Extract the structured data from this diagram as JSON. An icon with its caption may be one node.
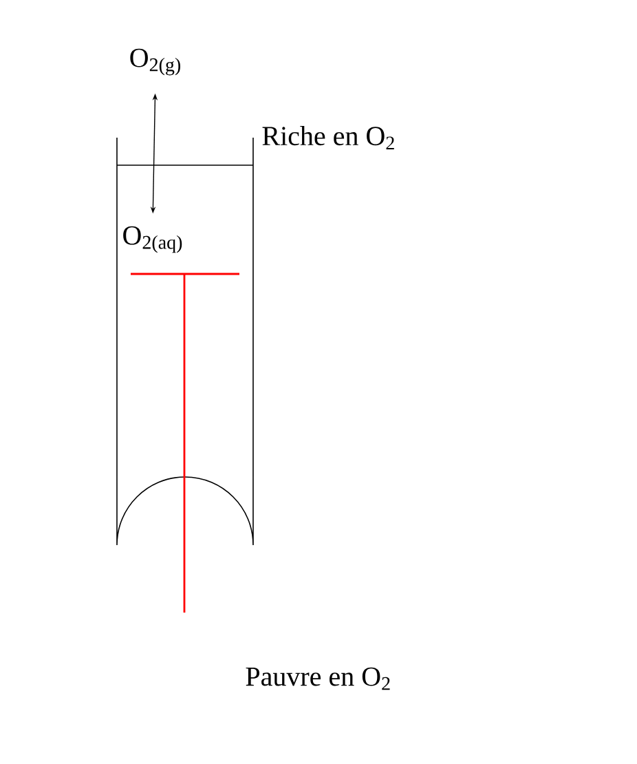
{
  "diagram": {
    "nodes": [
      {
        "text": [
          "O$_{2(g)}$"
        ]
      },
      {
        "text": [
          "O$_{2(aq)}$"
        ]
      }
    ],
    "edges": [
      {
        "from": 0,
        "to": 1,
        "arrow": "both"
      }
    ],
    "labels": [
      "Riche en O$_{2}$",
      "Pauvre en O$_{2}$"
    ]
  }
}
